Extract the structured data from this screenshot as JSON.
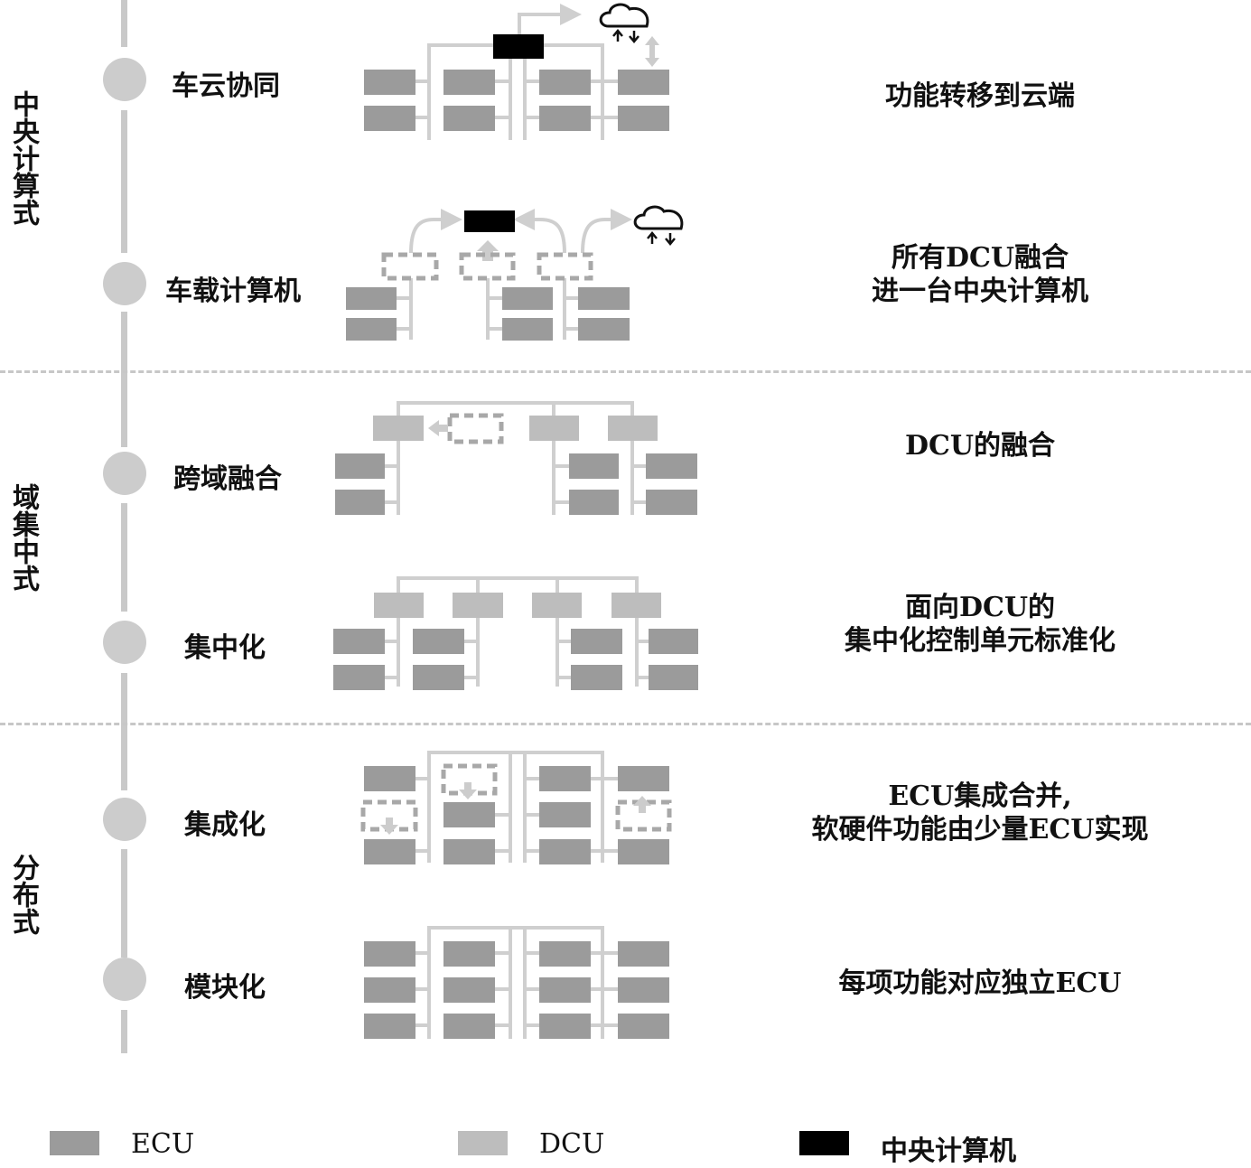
{
  "phases": {
    "central": "中央计算式",
    "domain": "域集中式",
    "distributed": "分布式"
  },
  "stages": [
    {
      "id": "cloud",
      "label": "车云协同",
      "description": [
        "功能转移到云端"
      ]
    },
    {
      "id": "vehicle-computer",
      "label": "车载计算机",
      "description": [
        "所有DCU融合",
        "进一台中央计算机"
      ]
    },
    {
      "id": "cross-domain",
      "label": "跨域融合",
      "description": [
        "DCU的融合"
      ]
    },
    {
      "id": "centralization",
      "label": "集中化",
      "description": [
        "面向DCU的",
        "集中化控制单元标准化"
      ]
    },
    {
      "id": "integration",
      "label": "集成化",
      "description": [
        "ECU集成合并,",
        "软硬件功能由少量ECU实现"
      ]
    },
    {
      "id": "modularization",
      "label": "模块化",
      "description": [
        "每项功能对应独立ECU"
      ]
    }
  ],
  "legend": [
    {
      "label": "ECU",
      "color": "#9b9b9b"
    },
    {
      "label": "DCU",
      "color": "#bdbdbd"
    },
    {
      "label": "中央计算机",
      "color": "#000000"
    }
  ],
  "colors": {
    "ecu": "#9b9b9b",
    "dcu": "#bdbdbd",
    "central": "#000000",
    "line": "#cfcfcf",
    "node": "#cccccc"
  }
}
